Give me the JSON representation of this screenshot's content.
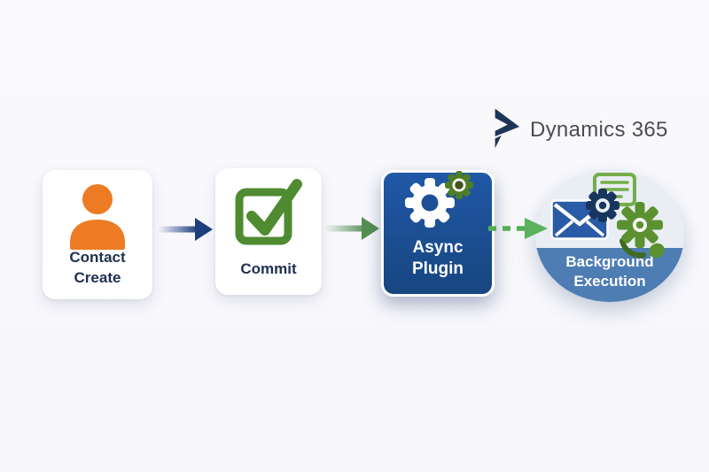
{
  "logo": {
    "label": "Dynamics 365"
  },
  "nodes": {
    "contact_create": {
      "label": "Contact\nCreate"
    },
    "commit": {
      "label": "Commit"
    },
    "async_plugin": {
      "label": "Async\nPlugin"
    },
    "background_execution": {
      "label": "Background\nExecution"
    }
  },
  "connectors": [
    {
      "from": "contact-create",
      "to": "commit",
      "style": "solid",
      "color": "#1e3f7e"
    },
    {
      "from": "commit",
      "to": "async-plugin",
      "style": "solid",
      "color": "#5f935f"
    },
    {
      "from": "async-plugin",
      "to": "background-execution",
      "style": "dashed",
      "color": "#55ad55"
    }
  ],
  "colors": {
    "background": "#f8f8fc",
    "card_bg": "#ffffff",
    "card_text": "#20304f",
    "person_orange": "#ec7b23",
    "check_green": "#4e8b31",
    "async_blue_top": "#2058a6",
    "async_blue_bottom": "#174680",
    "circle_bg": "#e9edf4",
    "circle_band_blue": "#4d7db3",
    "envelope_blue": "#2a5ba6",
    "gear_navy": "#17365d",
    "gear_green": "#5b9130",
    "note_green": "#74ad49",
    "logo_mark_navy": "#1d3557",
    "logo_text_gray": "#4b4b55"
  }
}
